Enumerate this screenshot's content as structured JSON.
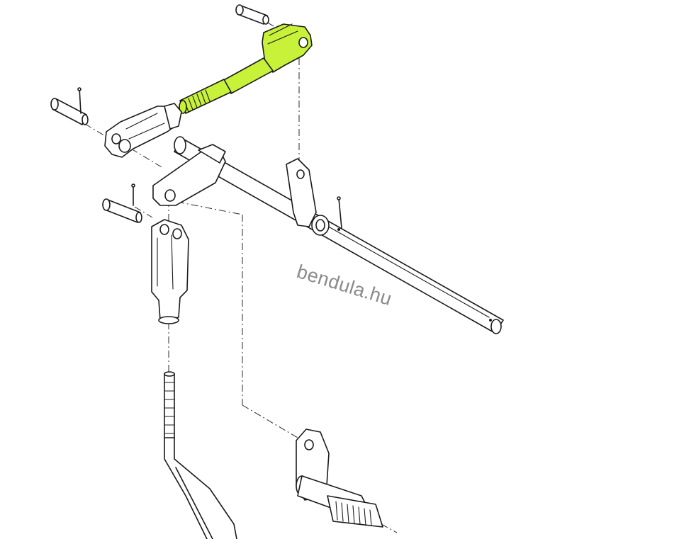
{
  "watermark": {
    "text": "bendula.hu"
  },
  "colors": {
    "highlight": "#c8f23a",
    "line": "#1a1a1a",
    "watermark": "#8a8a8a"
  },
  "parts": [
    {
      "name": "pin",
      "highlighted": false
    },
    {
      "name": "clevis",
      "highlighted": false
    },
    {
      "name": "threaded-rod",
      "highlighted": true
    },
    {
      "name": "cross-shaft",
      "highlighted": false
    },
    {
      "name": "lever-arm",
      "highlighted": false
    },
    {
      "name": "cotter-pin",
      "highlighted": false
    },
    {
      "name": "pedal-rod",
      "highlighted": false
    },
    {
      "name": "splined-lever",
      "highlighted": false
    }
  ]
}
